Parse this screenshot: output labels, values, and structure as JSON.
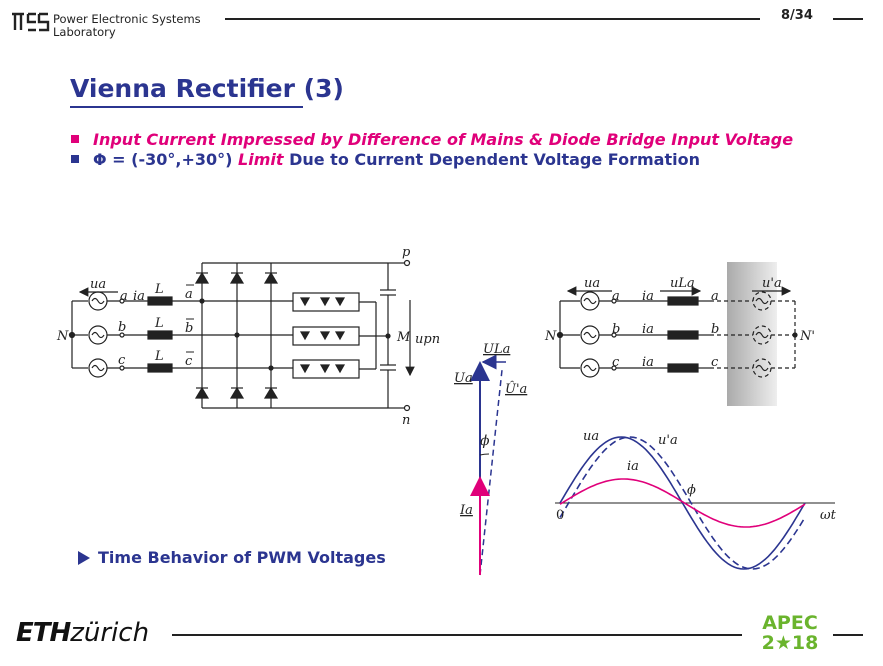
{
  "header": {
    "lab_line1": "Power Electronic Systems",
    "lab_line2": "Laboratory",
    "page_number": "8/34"
  },
  "title": "Vienna Rectifier (3)",
  "bullets": {
    "b1": "Input Current Impressed by Difference of Mains & Diode Bridge Input Voltage",
    "b2_prefix": "Φ = (-30°,+30°)",
    "b2_limit": "Limit",
    "b2_suffix": "Due to Current Dependent Voltage Formation"
  },
  "link": "Time Behavior of PWM Voltages",
  "footer": {
    "eth_bold": "ETH",
    "eth_rest": "zürich",
    "apec_top": "APEC",
    "apec_bottom": "2★18"
  },
  "diagram": {
    "ua": "ua",
    "ia": "ia",
    "L": "L",
    "a": "a",
    "b": "b",
    "c": "c",
    "abar": "a",
    "bbar": "b",
    "cbar": "c",
    "N": "N",
    "M": "M",
    "upn": "upn",
    "p": "p",
    "n": "n",
    "uLa": "uLa",
    "uaprime": "u'a",
    "Nprime": "N'",
    "phasor_ULa": "ULa",
    "phasor_Ua": "Ua",
    "phasor_Uaprime": "Û'a",
    "phasor_Ia": "Ia",
    "phi": "ϕ",
    "wave_ua": "ua",
    "wave_uaprime": "u'a",
    "wave_ia": "ia",
    "wave_zero": "0",
    "wave_wt": "ωt",
    "wave_phi": "ϕ"
  },
  "colors": {
    "blue": "#2b3590",
    "pink": "#e0007a"
  }
}
